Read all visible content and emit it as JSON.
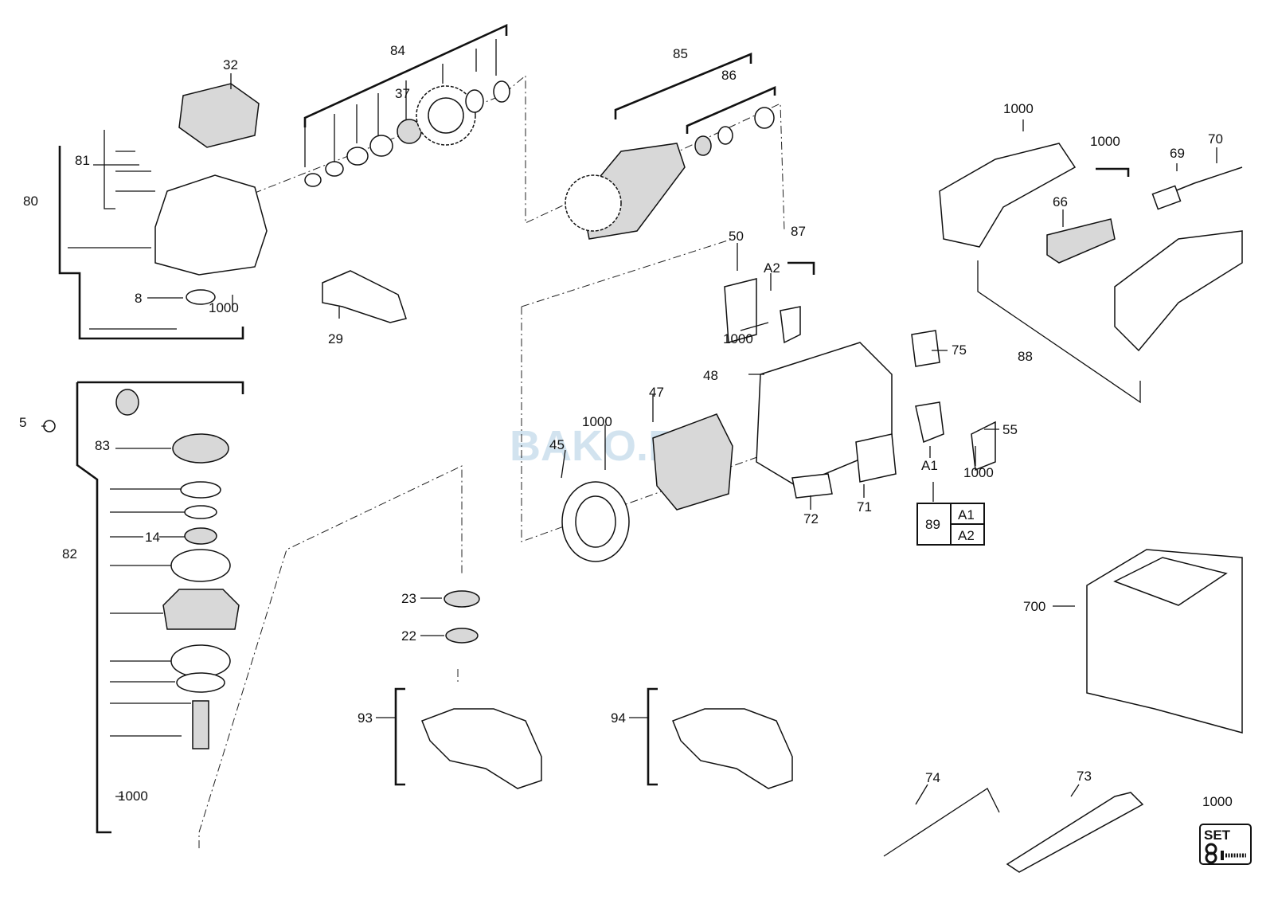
{
  "diagram": {
    "title": "Angle grinder exploded parts diagram",
    "watermark": "BAKO.PL",
    "labels": {
      "l32": "32",
      "l84": "84",
      "l37": "37",
      "l85": "85",
      "l86": "86",
      "l1000a": "1000",
      "l1000b": "1000",
      "l70": "70",
      "l69": "69",
      "l66": "66",
      "l81": "81",
      "l80": "80",
      "l8": "8",
      "l1000c": "1000",
      "l29": "29",
      "l50": "50",
      "l87": "87",
      "lA2": "A2",
      "l1000d": "1000",
      "l75": "75",
      "l88": "88",
      "l48": "48",
      "l47": "47",
      "l1000e": "1000",
      "l45": "45",
      "l55": "55",
      "l1000f": "1000",
      "lA1": "A1",
      "l72": "72",
      "l71": "71",
      "l5": "5",
      "l83": "83",
      "l14": "14",
      "l82": "82",
      "l1000g": "1000",
      "l23": "23",
      "l22": "22",
      "l93": "93",
      "l94": "94",
      "l700": "700",
      "l74": "74",
      "l73": "73",
      "l1000h": "1000"
    },
    "kit_table": {
      "id": "89",
      "items": [
        "A1",
        "A2"
      ]
    },
    "set_badge": "SET"
  }
}
